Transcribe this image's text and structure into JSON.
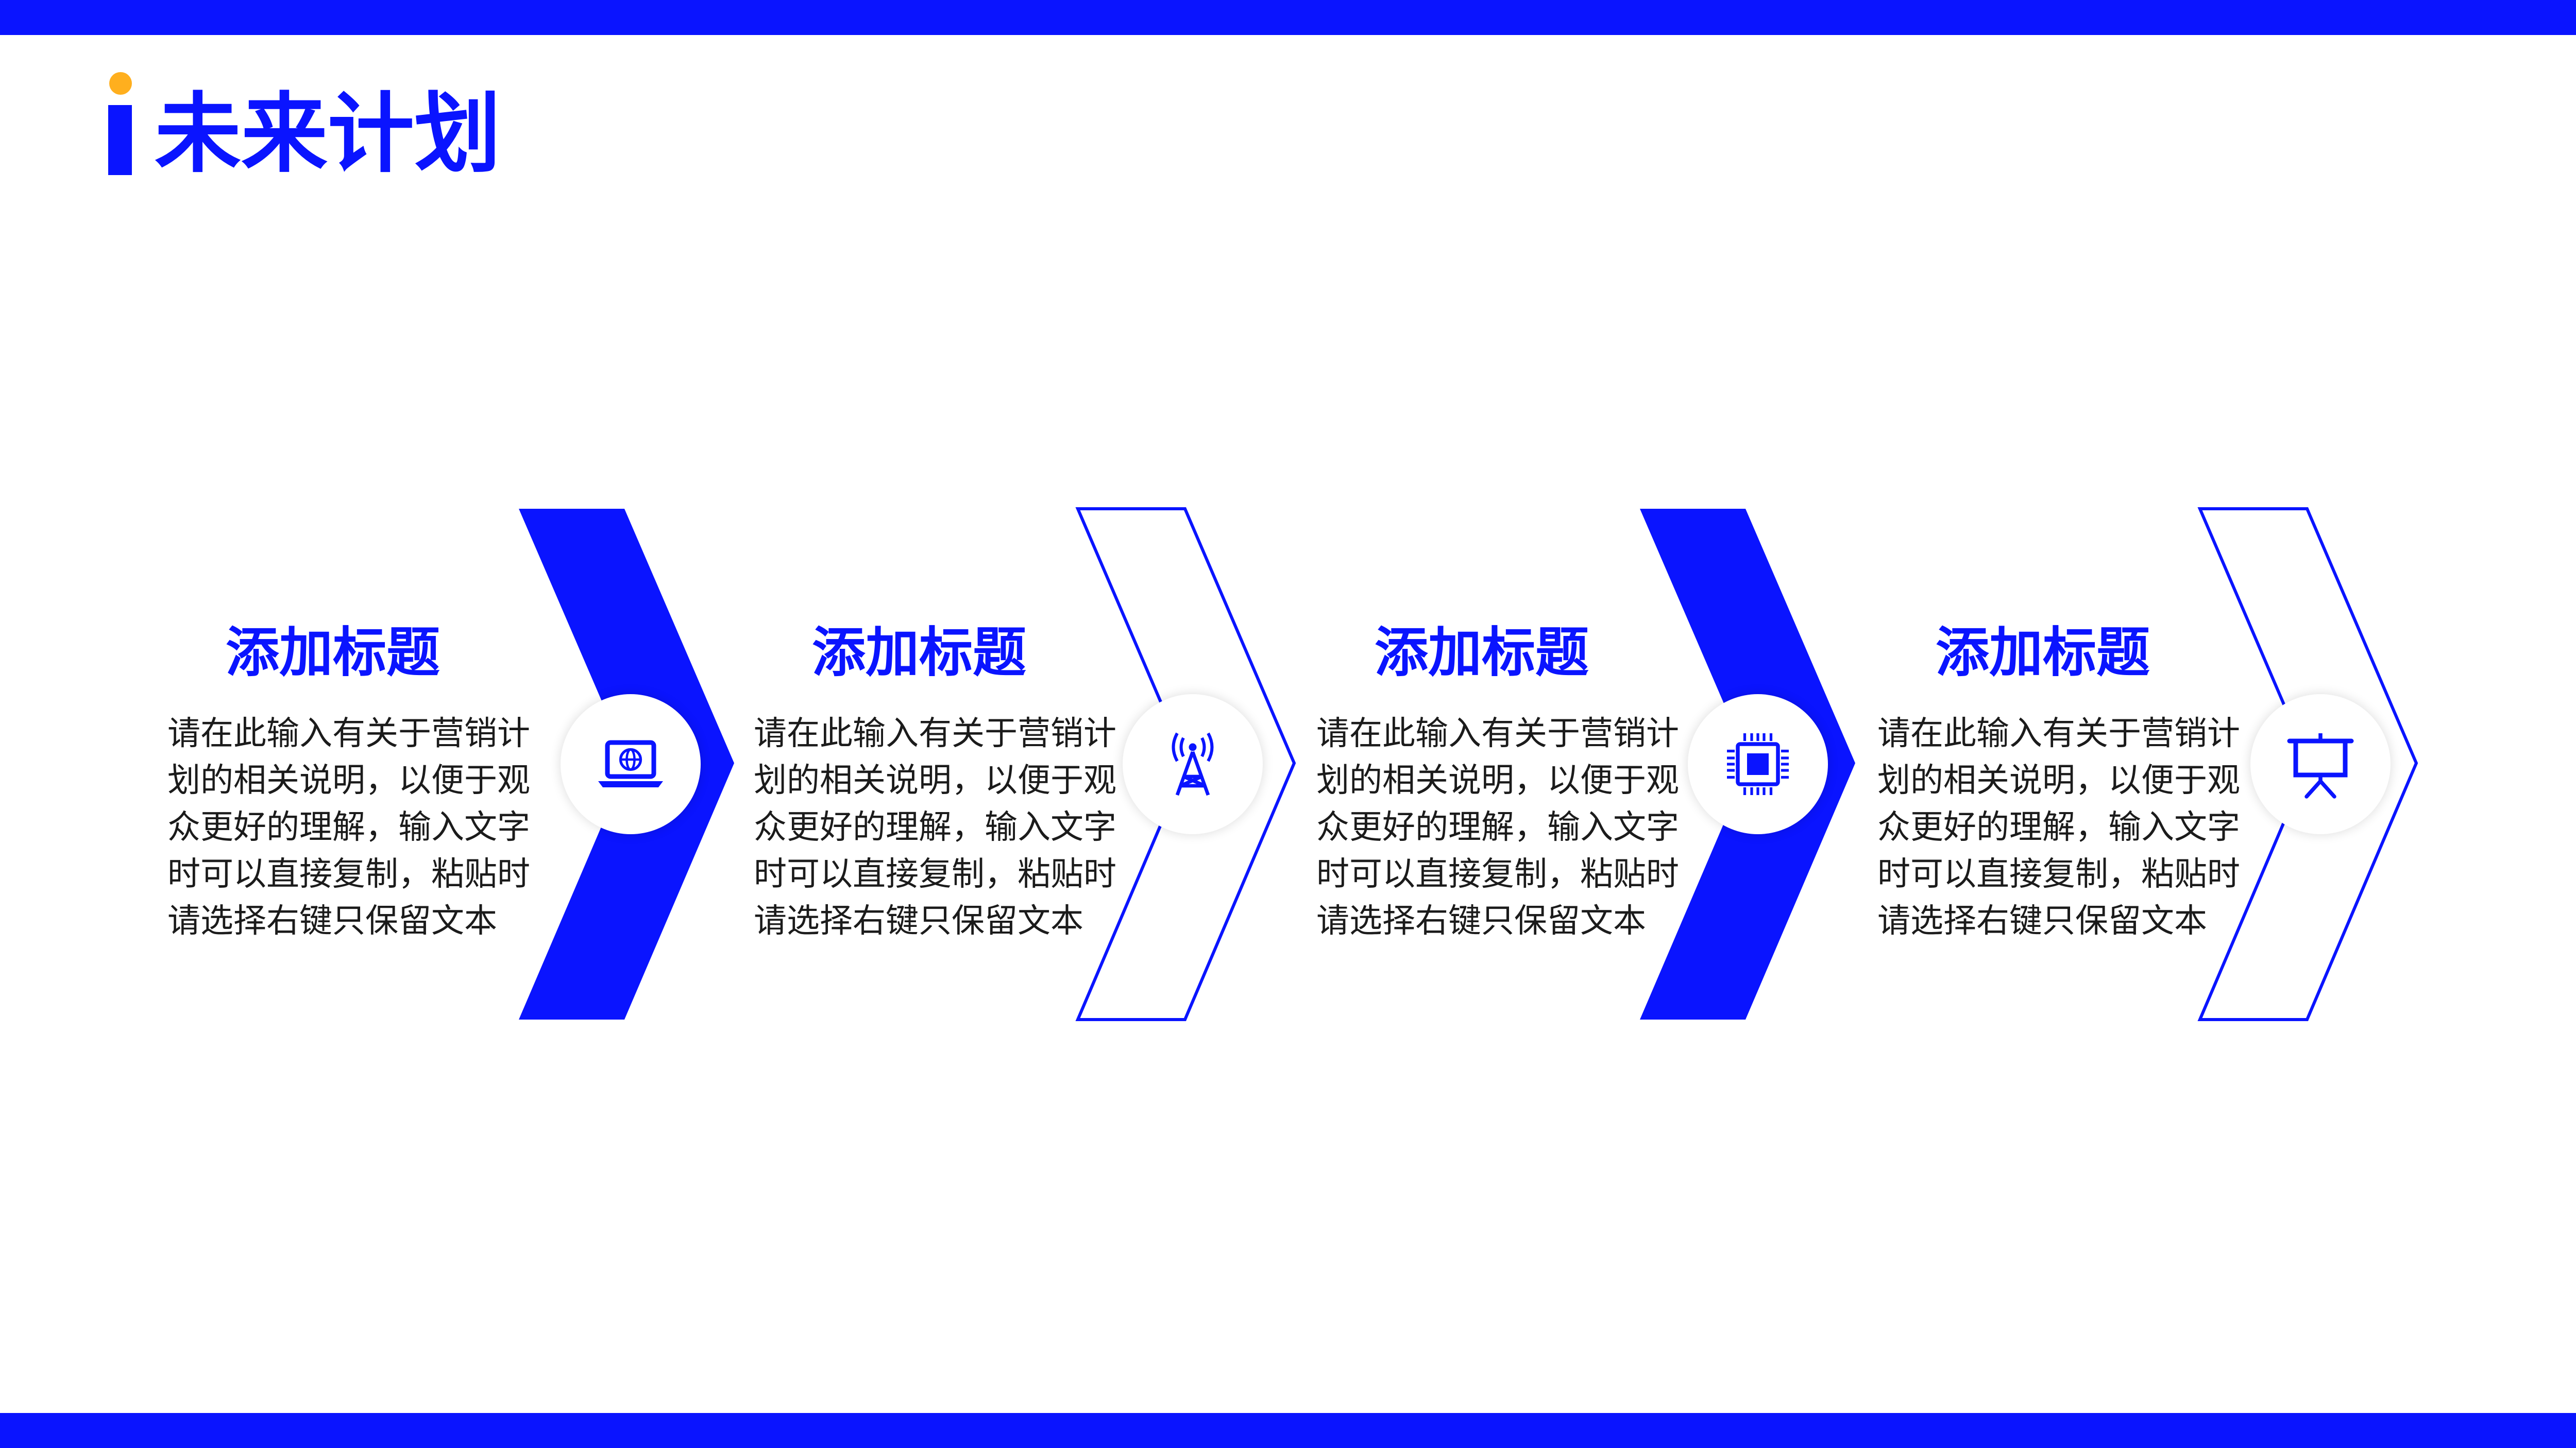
{
  "slide": {
    "title": "未来计划",
    "accent_color": "#0a14ff",
    "dot_color": "#ffaf1e"
  },
  "steps": [
    {
      "title": "添加标题",
      "description": "请在此输入有关于营销计划的相关说明，以便于观众更好的理解，输入文字时可以直接复制，粘贴时请选择右键只保留文本",
      "icon": "laptop-globe-icon",
      "chevron": "filled"
    },
    {
      "title": "添加标题",
      "description": "请在此输入有关于营销计划的相关说明，以便于观众更好的理解，输入文字时可以直接复制，粘贴时请选择右键只保留文本",
      "icon": "signal-tower-icon",
      "chevron": "outline"
    },
    {
      "title": "添加标题",
      "description": "请在此输入有关于营销计划的相关说明，以便于观众更好的理解，输入文字时可以直接复制，粘贴时请选择右键只保留文本",
      "icon": "cpu-chip-icon",
      "chevron": "filled"
    },
    {
      "title": "添加标题",
      "description": "请在此输入有关于营销计划的相关说明，以便于观众更好的理解，输入文字时可以直接复制，粘贴时请选择右键只保留文本",
      "icon": "presentation-board-icon",
      "chevron": "outline"
    }
  ]
}
